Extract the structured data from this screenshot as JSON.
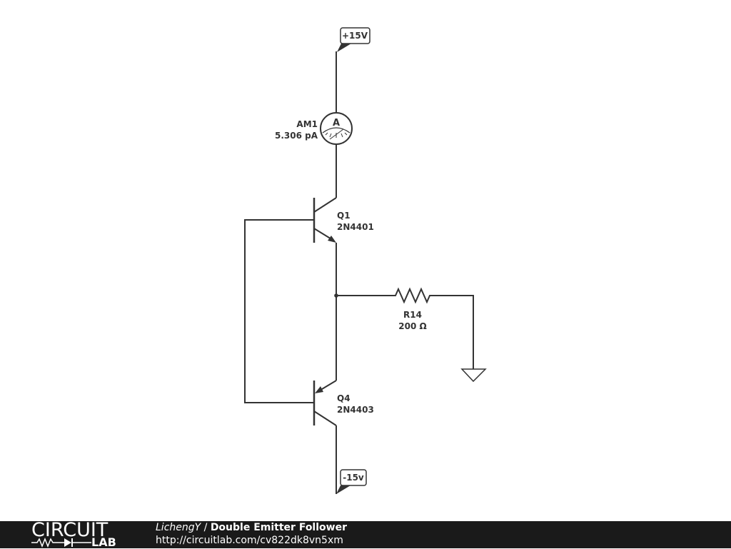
{
  "schematic": {
    "components": {
      "supply_pos": {
        "label": "+15V"
      },
      "supply_neg": {
        "label": "-15v"
      },
      "ammeter": {
        "symbol": "A",
        "name": "AM1",
        "value": "5.306 pA"
      },
      "q1": {
        "name": "Q1",
        "part": "2N4401"
      },
      "q4": {
        "name": "Q4",
        "part2": "2N4403"
      },
      "r14": {
        "name": "R14",
        "value": "200 Ω"
      }
    },
    "colors": {
      "line": "#333333",
      "footer_bg": "#1a1a1a",
      "footer_text": "#ffffff"
    }
  },
  "footer": {
    "logo": {
      "top": "CIRCUIT",
      "bottom": "LAB"
    },
    "author": "LichengY",
    "separator": " / ",
    "title": "Double Emitter Follower",
    "url": "http://circuitlab.com/cv822dk8vn5xm"
  }
}
